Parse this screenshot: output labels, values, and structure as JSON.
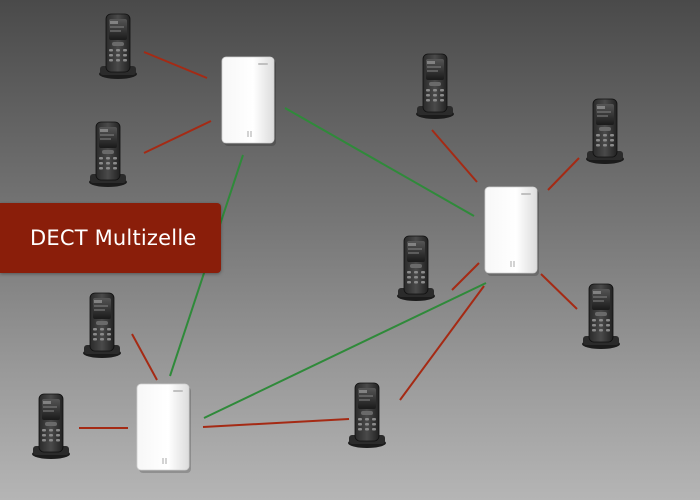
{
  "label": {
    "title": "DECT Multizelle"
  },
  "colors": {
    "background_top": "#4a4a4a",
    "background_bottom": "#b5b5b5",
    "label_background": "#8a1e0a",
    "label_text": "#ffffff",
    "handset_link": "#a52a14",
    "base_link": "#2f8a3a"
  },
  "base_stations": [
    {
      "id": "base-1"
    },
    {
      "id": "base-2"
    },
    {
      "id": "base-3"
    }
  ],
  "handsets": [
    {
      "id": "handset-1",
      "base": "base-1"
    },
    {
      "id": "handset-2",
      "base": "base-1"
    },
    {
      "id": "handset-3",
      "base": "base-2"
    },
    {
      "id": "handset-4",
      "base": "base-2"
    },
    {
      "id": "handset-5",
      "base": "base-2"
    },
    {
      "id": "handset-6",
      "base": "base-2"
    },
    {
      "id": "handset-7",
      "base": "base-3"
    },
    {
      "id": "handset-8",
      "base": "base-3"
    },
    {
      "id": "handset-9",
      "base": "base-3"
    }
  ],
  "base_links": [
    {
      "from": "base-1",
      "to": "base-2"
    },
    {
      "from": "base-1",
      "to": "base-3"
    },
    {
      "from": "base-3",
      "to": "base-2"
    }
  ],
  "icons": {
    "handset": "dect-handset-icon",
    "base": "dect-base-station-icon"
  }
}
